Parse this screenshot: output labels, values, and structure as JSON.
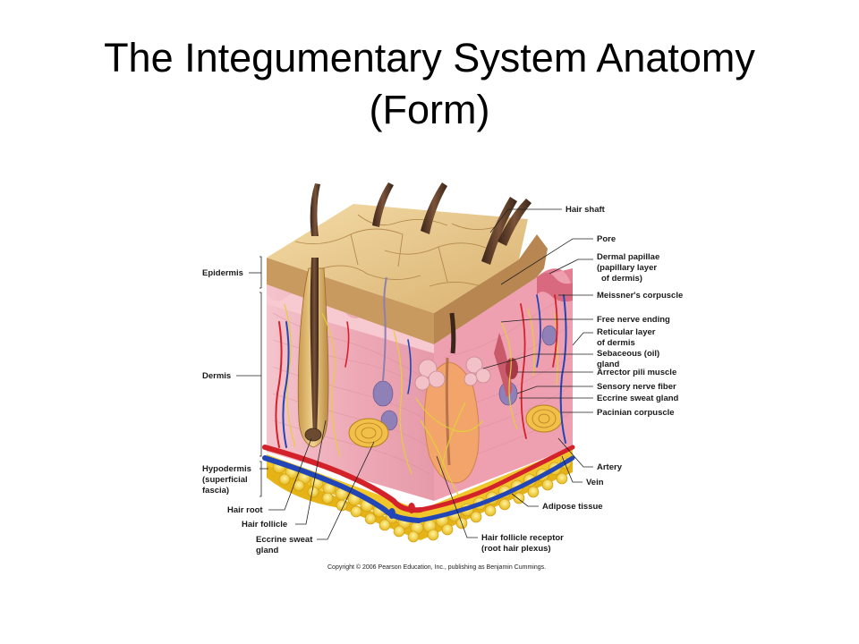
{
  "slide": {
    "title_line1": "The Integumentary System Anatomy",
    "title_line2": "(Form)"
  },
  "labels": {
    "left": {
      "epidermis": "Epidermis",
      "dermis": "Dermis",
      "hypodermis_1": "Hypodermis",
      "hypodermis_2": "(superficial",
      "hypodermis_3": "fascia)",
      "hair_root": "Hair root",
      "hair_follicle": "Hair follicle",
      "eccrine_1": "Eccrine sweat",
      "eccrine_2": "gland"
    },
    "right": {
      "hair_shaft": "Hair shaft",
      "pore": "Pore",
      "dermal_papillae_1": "Dermal papillae",
      "dermal_papillae_2": "(papillary layer",
      "dermal_papillae_3": "of dermis)",
      "meissner": "Meissner's corpuscle",
      "free_nerve": "Free nerve ending",
      "reticular_1": "Reticular layer",
      "reticular_2": "of dermis",
      "sebaceous_1": "Sebaceous (oil)",
      "sebaceous_2": "gland",
      "arrector": "Arrector pili muscle",
      "sensory": "Sensory nerve fiber",
      "eccrine": "Eccrine sweat gland",
      "pacinian": "Pacinian corpuscle",
      "artery": "Artery",
      "vein": "Vein",
      "adipose": "Adipose tissue"
    },
    "bottom": {
      "receptor_1": "Hair follicle receptor",
      "receptor_2": "(root hair plexus)"
    }
  },
  "copyright": "Copyright © 2006 Pearson Education, Inc., publishing as Benjamin Cummings.",
  "colors": {
    "epidermis_top": "#e9c98c",
    "epidermis_side": "#c79a5c",
    "dermis": "#f2b7c2",
    "dermis_dark": "#e49aa8",
    "adipose": "#f6d030",
    "artery": "#d4222a",
    "vein": "#2246b8",
    "hair": "#5a3d2b",
    "nerve": "#e6d24a",
    "gland": "#8d7fb0"
  }
}
